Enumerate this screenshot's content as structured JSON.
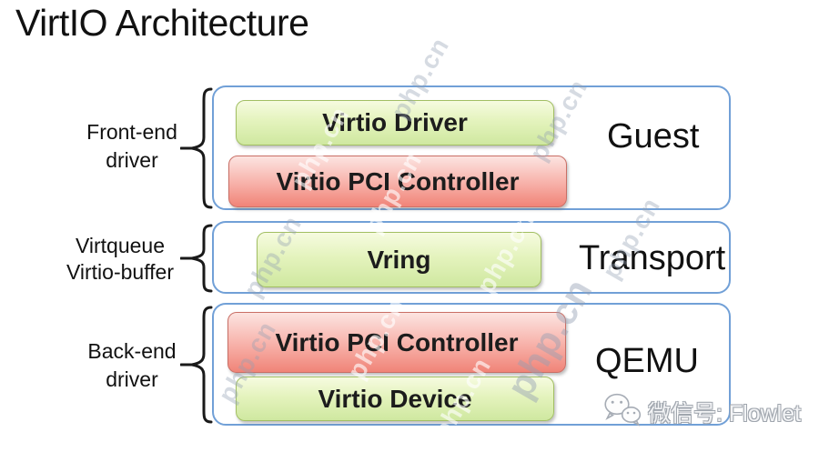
{
  "title": "VirtIO Architecture",
  "watermark_text": "php.cn",
  "wechat": {
    "icon": "wechat-icon",
    "label": "微信号: Flowlet"
  },
  "colors": {
    "outer_box_border": "#71a0d7",
    "green_block_top": "#f6fbe0",
    "green_block_bottom": "#cfe8a0",
    "green_block_border": "#a2bf63",
    "red_block_top": "#fce4e1",
    "red_block_bottom": "#f08478",
    "red_block_border": "#c96f66",
    "brace": "#1a1a1a",
    "watermark": "#94a0b4"
  },
  "layers": [
    {
      "id": "guest",
      "label": "Guest",
      "side_lines": [
        "Front-end",
        "driver"
      ],
      "blocks": [
        {
          "text": "Virtio Driver",
          "color": "green"
        },
        {
          "text": "Virtio PCI Controller",
          "color": "red"
        }
      ]
    },
    {
      "id": "transport",
      "label": "Transport",
      "side_lines": [
        "Virtqueue",
        "Virtio-buffer"
      ],
      "blocks": [
        {
          "text": "Vring",
          "color": "green"
        }
      ]
    },
    {
      "id": "qemu",
      "label": "QEMU",
      "side_lines": [
        "Back-end",
        "driver"
      ],
      "blocks": [
        {
          "text": "Virtio PCI Controller",
          "color": "red"
        },
        {
          "text": "Virtio Device",
          "color": "green"
        }
      ]
    }
  ]
}
